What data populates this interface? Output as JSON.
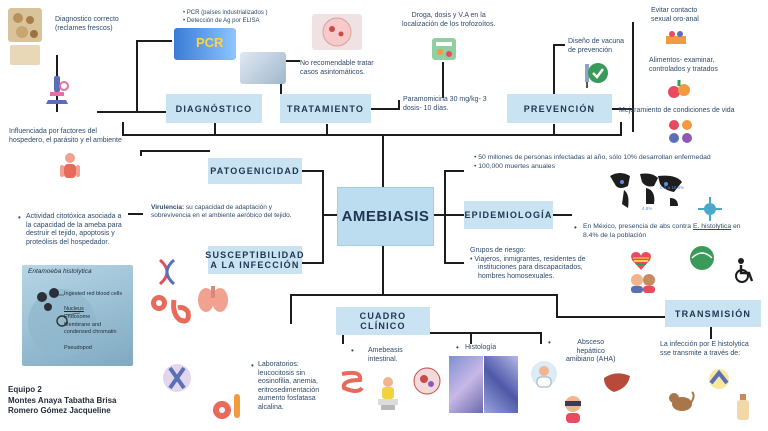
{
  "central": {
    "title": "AMEBIASIS"
  },
  "nodes": {
    "diagnostico": "DIAGNÓSTICO",
    "tratamiento": "TRATAMIENTO",
    "prevencion": "PREVENCIÓN",
    "patogenicidad": "PATOGENICIDAD",
    "epidemiologia": "EPIDEMIOLOGÍA",
    "susceptibilidad_1": "SUSCEPTIBILIDAD",
    "susceptibilidad_2": "A LA INFECCIÓN",
    "cuadro_1": "CUADRO",
    "cuadro_2": "CLÍNICO",
    "transmision": "TRANSMISIÓN"
  },
  "diagnostico": {
    "correct_1": "Diagnostico correcto",
    "correct_2": "(reclames frescos)",
    "pcr_1": "PCR (países industrializados )",
    "pcr_2": "Detección de Ag por ELISA",
    "pcr_label": "PCR"
  },
  "tratamiento": {
    "not_recommended_1": "No recomendable tratar",
    "not_recommended_2": "casos asintomáticos.",
    "drug_1": "Droga, dosis y V.A en la",
    "drug_2": "localización de los trofozoítos.",
    "paromomycin_1": "Paramomicina 30 mg/kg- 3",
    "paromomycin_2": "dosis- 10 días."
  },
  "prevencion": {
    "vaccine_1": "Diseño de vacuna",
    "vaccine_2": "de prevención",
    "contact_1": "Evitar contacto",
    "contact_2": "sexual oro-anal",
    "food_1": "Alimentos- examinar,",
    "food_2": "controlados y tratados",
    "living": "Mejoramiento de condiciones de vida"
  },
  "patogenicidad": {
    "factors_1": "Influenciada   por   factores   del",
    "factors_2": "hospedero, el parásito y el ambiente",
    "virulence_label": "Virulencia:",
    "virulence_1": " su  capacidad  de  adaptación  y",
    "virulence_2": "sobrevivencia en el ambiente aeróbico del tejido.",
    "cyto_1": "Actividad  citotóxica  asociada  a",
    "cyto_2": "la capacidad de la ameba para",
    "cyto_3": "destruir  el  tejido,  apoptosis  y",
    "cyto_4": "proteólisis del hospedador."
  },
  "micrograph": {
    "title": "Entamoeba histolytica",
    "l1": "Ingested red blood cells",
    "l2": "Nucleus",
    "l3": "Endosome",
    "l4": "Membrane and",
    "l5": "condensed chromatin",
    "l6": "Pseudopod"
  },
  "epidemiologia": {
    "stat_1": "50 millones de personas infectadas al año, sólo 10% desarrollan enfermedad",
    "stat_2": "100,000 muertes anuales",
    "map_1": "0.2 a 10.8%",
    "map_2": "4.8%",
    "mexico_1": "En México, presencia de abs contra",
    "mexico_link": "E. histolytica",
    "mexico_2": " en",
    "mexico_3": "8.4% de la población"
  },
  "riesgo": {
    "title": "Grupos de riesgo:",
    "l1": "Viajeros,   inmigrantes,   residentes   de",
    "l2": "instituciones   para   discapacitados,",
    "l3": "hombres homosexuales."
  },
  "clinico": {
    "lab_1": "Laboratorios:",
    "lab_2": "leucocitosis         sin",
    "lab_3": "eosinofilia,   anemia,",
    "lab_4": "eritrosedimentación",
    "lab_5": "aumento    fosfatasa",
    "lab_6": "alcalina.",
    "intestinal_1": "Amebeasis",
    "intestinal_2": "intestinal.",
    "histologia": "Histología",
    "absceso_1": "Absceso",
    "absceso_2": "hepáttico",
    "absceso_3": "amibiano (AHA)"
  },
  "transmision": {
    "t1": "La infección por E histolytica",
    "t2": "sse transmite a través de:"
  },
  "equipo": {
    "l1": "Equipo 2",
    "l2": "Montes Anaya Tabatha Brisa",
    "l3": "Romero Gómez Jacqueline"
  },
  "colors": {
    "box": "#c9e3f3",
    "central": "#bcdcf0",
    "text": "#2e4a6b",
    "line": "#1d1d1d"
  }
}
